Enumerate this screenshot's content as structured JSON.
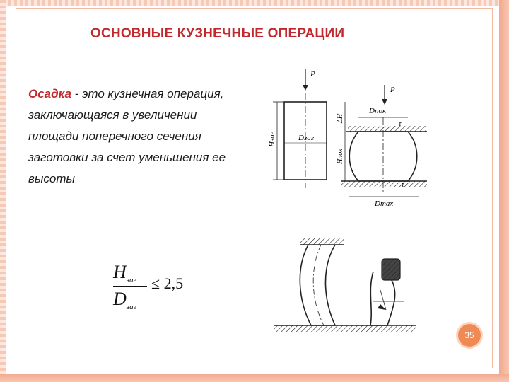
{
  "slide": {
    "title": "ОСНОВНЫЕ КУЗНЕЧНЫЕ ОПЕРАЦИИ",
    "term": "Осадка",
    "definition": " - это кузнечная операция, заключающаяся в увеличении площади поперечного сечения заготовки за счет уменьшения ее высоты",
    "page_number": "35"
  },
  "formula": {
    "numerator": "H",
    "numerator_sub": "заг",
    "denominator": "D",
    "denominator_sub": "заг",
    "relation": "≤ 2,5"
  },
  "diagram_labels": {
    "force_left": "P",
    "force_right": "P",
    "h_blank": "Hзаг",
    "d_blank": "Dзаг",
    "delta_h": "ΔH",
    "h_forged": "Hпок",
    "d_forged": "Dпок",
    "d_max": "Dmax",
    "tau_top": "τ",
    "tau_bottom": "τ"
  },
  "colors": {
    "accent": "#c0282d",
    "frame": "#f3b49a",
    "badge": "#f08a55"
  }
}
